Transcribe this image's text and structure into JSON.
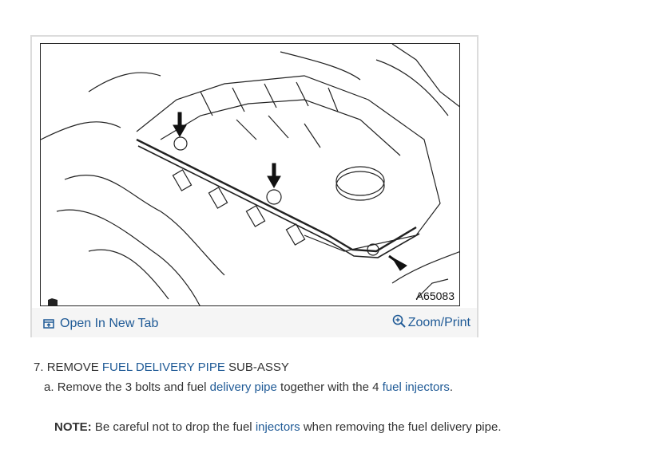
{
  "figure": {
    "id_label": "A65083",
    "open_tab_label": "Open In New Tab",
    "zoom_label": "Zoom/Print"
  },
  "procedure": {
    "step_number": "7.",
    "step_prefix": "REMOVE",
    "step_link": "FUEL DELIVERY PIPE",
    "step_suffix": "SUB-ASSY",
    "sub_marker": "a.",
    "sub_text_1": "Remove the 3 bolts and fuel",
    "sub_link_1": "delivery pipe",
    "sub_text_2": "together with the 4",
    "sub_link_2": "fuel injectors",
    "sub_text_3": ".",
    "note_label": "NOTE:",
    "note_text_1": "Be careful not to drop the fuel",
    "note_link": "injectors",
    "note_text_2": "when removing the fuel delivery pipe."
  },
  "colors": {
    "link": "#1f5a96",
    "text": "#333333",
    "footer_bg": "#f5f5f5"
  }
}
